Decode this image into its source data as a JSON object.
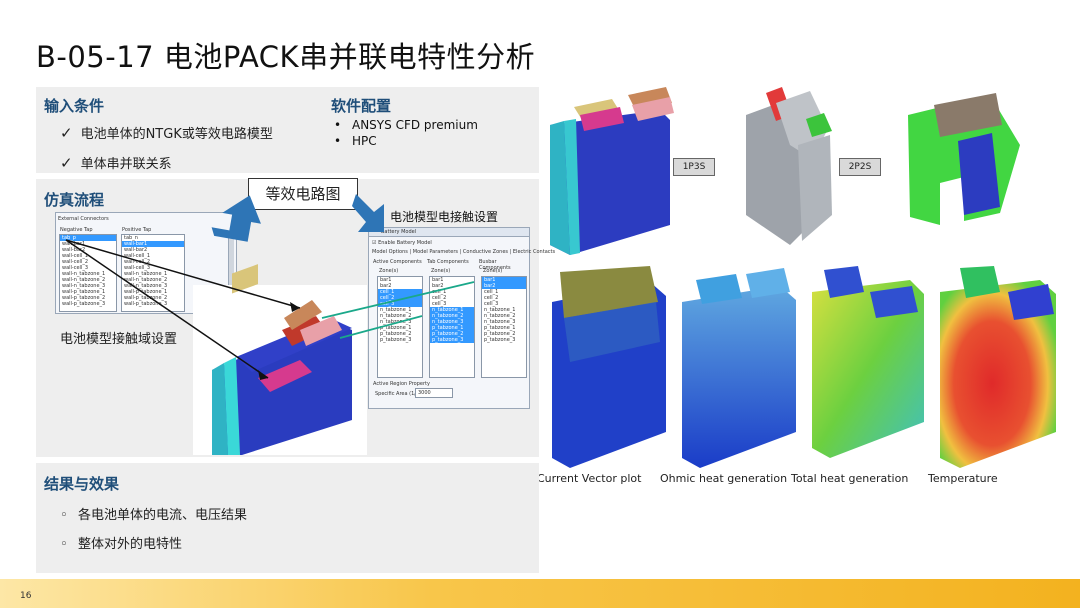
{
  "slide": {
    "title": "B-05-17 电池PACK串并联电特性分析",
    "page_number": "16"
  },
  "input_conditions": {
    "heading": "输入条件",
    "items": [
      "电池单体的NTGK或等效电路模型",
      "单体串并联关系"
    ]
  },
  "software": {
    "heading": "软件配置",
    "items": [
      "ANSYS CFD premium",
      "HPC"
    ]
  },
  "workflow": {
    "heading": "仿真流程",
    "callout_equiv_circuit": "等效电路图",
    "label_contact_setting": "电池模型电接触设置",
    "label_domain_setting": "电池模型接触域设置"
  },
  "connectors_dialog": {
    "group_label": "External Connectors",
    "negative_header": "Negative Tap",
    "positive_header": "Positive Tap",
    "negative_items": [
      "tab_p",
      "wall-bar1",
      "wall-bar2",
      "wall-cell_1",
      "wall-cell_2",
      "wall-cell_3",
      "wall-n_tabzone_1",
      "wall-n_tabzone_2",
      "wall-n_tabzone_3",
      "wall-p_tabzone_1",
      "wall-p_tabzone_2",
      "wall-p_tabzone_3"
    ],
    "positive_items": [
      "tab_n",
      "wall-bar1",
      "wall-bar2",
      "wall-cell_1",
      "wall-cell_2",
      "wall-cell_3",
      "wall-n_tabzone_1",
      "wall-n_tabzone_2",
      "wall-n_tabzone_3",
      "wall-p_tabzone_1",
      "wall-p_tabzone_2",
      "wall-p_tabzone_3"
    ]
  },
  "battery_dialog": {
    "window_title": "Battery Model",
    "enable_label": "Enable Battery Model",
    "tabs": [
      "Model Options",
      "Model Parameters",
      "Conductive Zones",
      "Electric Contacts"
    ],
    "active_header": "Active Components",
    "tab_header": "Tab Components",
    "busbar_header": "Busbar Components",
    "zone_label": "Zone(s)",
    "active_items": [
      "bar1",
      "bar2",
      "cell_1",
      "cell_2",
      "cell_3",
      "n_tabzone_1",
      "n_tabzone_2",
      "n_tabzone_3",
      "p_tabzone_1",
      "p_tabzone_2",
      "p_tabzone_3"
    ],
    "tab_items": [
      "bar1",
      "bar2",
      "cell_1",
      "cell_2",
      "cell_3",
      "n_tabzone_1",
      "n_tabzone_2",
      "n_tabzone_3",
      "p_tabzone_1",
      "p_tabzone_2",
      "p_tabzone_3"
    ],
    "busbar_items": [
      "bar1",
      "bar2",
      "cell_1",
      "cell_2",
      "cell_3",
      "n_tabzone_1",
      "n_tabzone_2",
      "n_tabzone_3",
      "p_tabzone_1",
      "p_tabzone_2",
      "p_tabzone_3"
    ],
    "region_label": "Active Region Property",
    "specific_area_label": "Specific Area (1/m)",
    "specific_area_value": "3000"
  },
  "configurations": {
    "label_1": "1P3S",
    "label_2": "2P2S"
  },
  "results_images": {
    "captions": [
      "Current Vector plot",
      "Ohmic heat generation",
      "Total heat generation",
      "Temperature"
    ]
  },
  "results": {
    "heading": "结果与效果",
    "items": [
      "各电池单体的电流、电压结果",
      "整体对外的电特性"
    ]
  },
  "colors": {
    "heading_blue": "#1f4e79",
    "panel_gray": "#eeeeee",
    "arrow_blue": "#2e75b6",
    "footer_gold": "#f3b21f"
  }
}
